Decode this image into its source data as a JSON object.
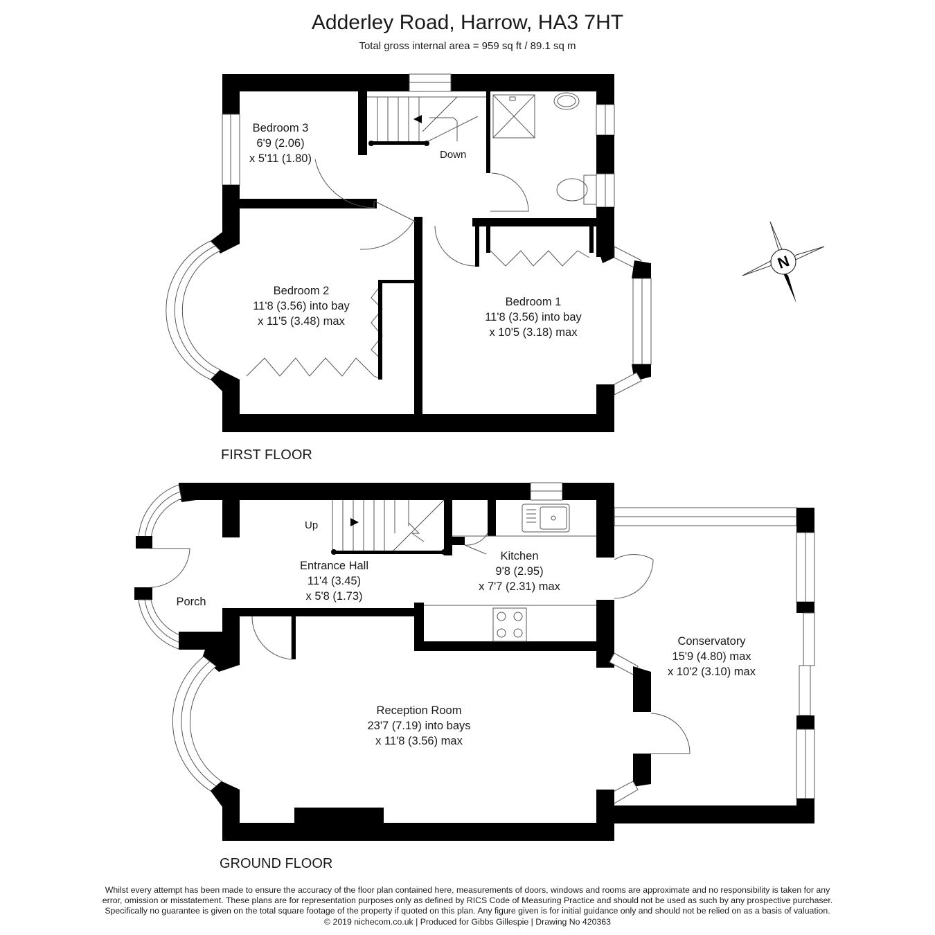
{
  "header": {
    "title": "Adderley Road, Harrow, HA3 7HT",
    "subtitle": "Total gross internal area =  959 sq ft / 89.1 sq m"
  },
  "first_floor": {
    "label": "FIRST FLOOR",
    "stair_label": "Down",
    "rooms": [
      {
        "name": "Bedroom 3",
        "dim1": "6'9 (2.06)",
        "dim2": "x 5'11 (1.80)"
      },
      {
        "name": "Bedroom 2",
        "dim1": "11'8 (3.56) into bay",
        "dim2": "x 11'5 (3.48) max"
      },
      {
        "name": "Bedroom 1",
        "dim1": "11'8 (3.56) into bay",
        "dim2": "x 10'5 (3.18) max"
      }
    ]
  },
  "ground_floor": {
    "label": "GROUND FLOOR",
    "stair_label": "Up",
    "rooms": [
      {
        "name": "Entrance Hall",
        "dim1": "11'4 (3.45)",
        "dim2": "x 5'8 (1.73)"
      },
      {
        "name": "Kitchen",
        "dim1": "9'8 (2.95)",
        "dim2": "x 7'7 (2.31) max"
      },
      {
        "name": "Porch"
      },
      {
        "name": "Conservatory",
        "dim1": "15'9 (4.80) max",
        "dim2": "x 10'2 (3.10) max"
      },
      {
        "name": "Reception Room",
        "dim1": "23'7 (7.19) into bays",
        "dim2": "x 11'8 (3.56) max"
      }
    ]
  },
  "compass": {
    "label": "N",
    "icon": "north-arrow-icon"
  },
  "colors": {
    "wall": "#000000",
    "background": "#ffffff",
    "line": "#555555"
  },
  "disclaimer": {
    "lines": [
      "Whilst every attempt has been made to ensure the accuracy of the floor plan contained here, measurements of doors, windows and rooms are approximate and no responsibility is taken for any",
      "error, omission or misstatement. These plans are for representation purposes only as defined by RICS Code of Measuring Practice and should not be used as such by any prospective purchaser.",
      "Specifically no guarantee is given on the total square footage of the property if quoted on this plan. Any figure given is for initial guidance only and should not be relied on as a basis of valuation.",
      "© 2019 nichecom.co.uk  |  Produced for Gibbs Gillespie  |  Drawing No 420363"
    ]
  }
}
